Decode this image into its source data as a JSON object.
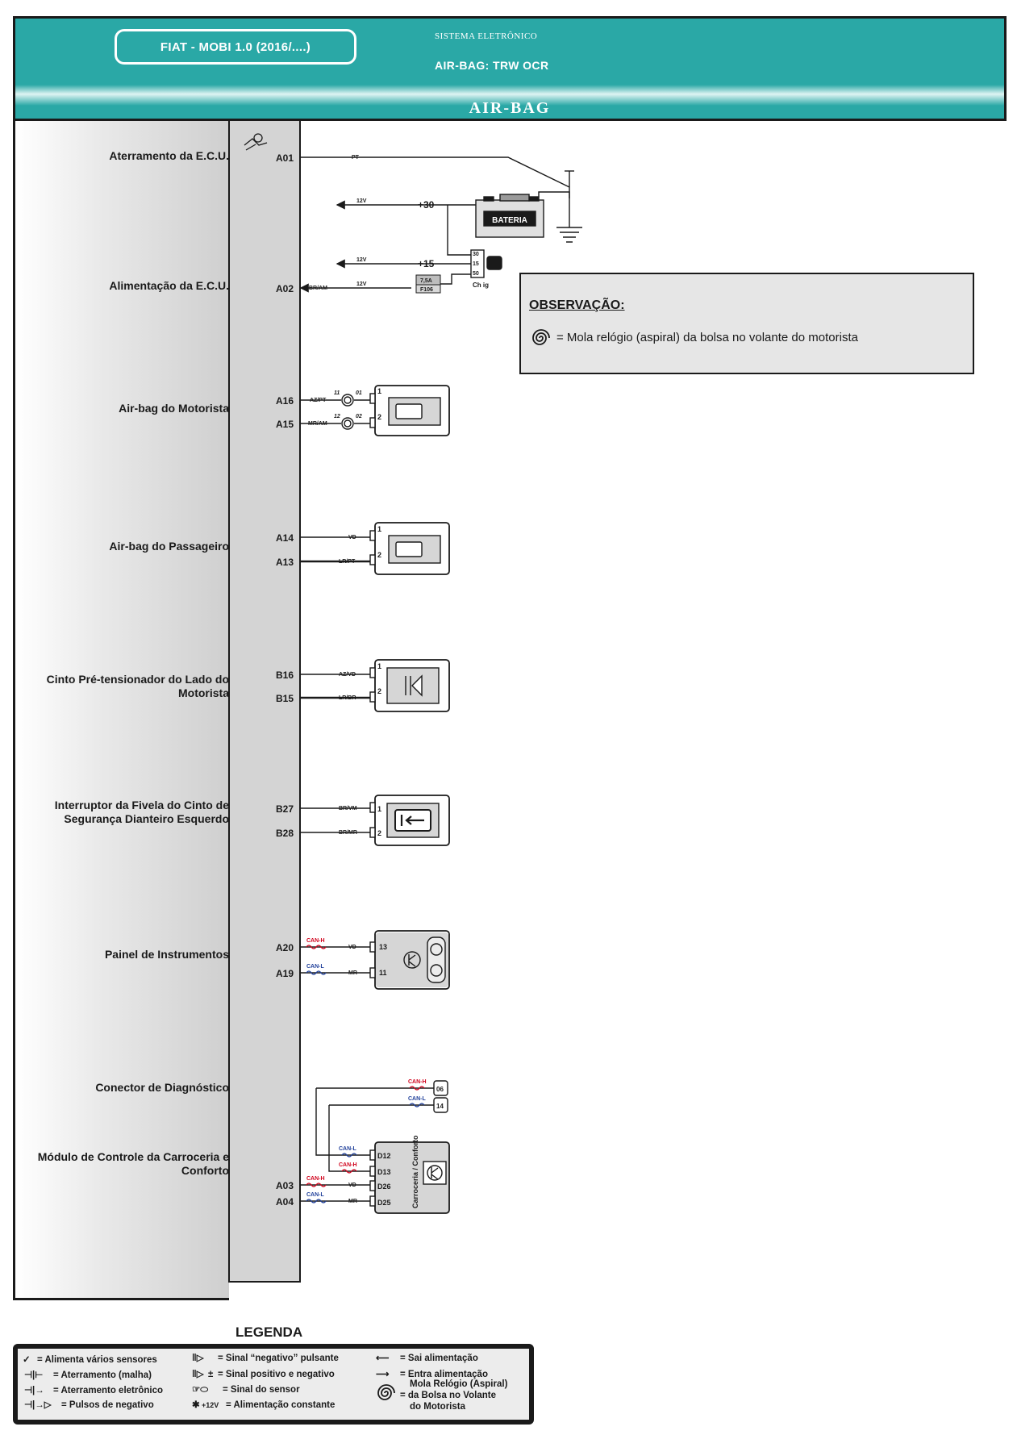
{
  "header": {
    "model": "FIAT - MOBI 1.0 (2016/....)",
    "system_label": "SISTEMA ELETRÔNICO",
    "system_name": "AIR-BAG: TRW OCR",
    "section_title": "AIR-BAG"
  },
  "colors": {
    "header_teal": "#2aa8a6",
    "can_h": "#d0021b",
    "can_l": "#1f3f9a"
  },
  "components": [
    {
      "label": "Aterramento da E.C.U."
    },
    {
      "label": "Alimentação da E.C.U."
    },
    {
      "label": "Air-bag do Motorista"
    },
    {
      "label": "Air-bag do Passageiro"
    },
    {
      "label": "Cinto Pré-tensionador do Lado do Motorista"
    },
    {
      "label": "Interruptor da Fivela do Cinto de Segurança Dianteiro Esquerdo"
    },
    {
      "label": "Painel de Instrumentos"
    },
    {
      "label": "Conector de Diagnóstico"
    },
    {
      "label": "Módulo de Controle da Carroceria e Conforto"
    }
  ],
  "pins": [
    "A01",
    "A02",
    "A16",
    "A15",
    "A14",
    "A13",
    "B16",
    "B15",
    "B27",
    "B28",
    "A20",
    "A19",
    "A03",
    "A04"
  ],
  "wires": {
    "pt": "PT",
    "br_am": "BR/AM",
    "az_pt": "AZ/PT",
    "mr_am": "MR/AM",
    "vd": "VD",
    "lr_pt": "LR/PT",
    "az_vd": "AZ/VD",
    "lr_br": "LR/BR",
    "br_vm": "BR/VM",
    "br_mr": "BR/MR",
    "mr": "MR"
  },
  "power": {
    "v12": "12V",
    "plus30": "+30",
    "plus15": "+15",
    "battery": "BATERIA",
    "fuse_rating": "7,5A",
    "fuse_id": "F106",
    "ignition": "Ch ig",
    "ign_pins": [
      "30",
      "15",
      "50"
    ]
  },
  "connector_pins": {
    "p1": "1",
    "p2": "2",
    "p13": "13",
    "p11": "11",
    "p06": "06",
    "p14": "14",
    "d12": "D12",
    "d13": "D13",
    "d26": "D26",
    "d25": "D25",
    "clock_in": [
      "11",
      "12"
    ],
    "clock_out": [
      "01",
      "02"
    ]
  },
  "can": {
    "h": "CAN-H",
    "l": "CAN-L"
  },
  "module_label": "Carroceria / Conforto",
  "observation": {
    "title": "OBSERVAÇÃO:",
    "text": "= Mola relógio (aspiral) da bolsa no volante do motorista"
  },
  "legend": {
    "title": "LEGENDA",
    "items": [
      "= Alimenta vários sensores",
      "= Aterramento (malha)",
      "= Aterramento eletrônico",
      "= Pulsos de negativo",
      "= Sinal “negativo” pulsante",
      "= Sinal positivo e negativo",
      "= Sinal do sensor",
      "= Alimentação constante",
      "= Sai alimentação",
      "= Entra alimentação",
      "Mola Relógio (Aspiral)",
      "= da Bolsa no Volante",
      "do Motorista"
    ],
    "symbols": {
      "plus_minus": "±",
      "v12": "+12V"
    }
  }
}
